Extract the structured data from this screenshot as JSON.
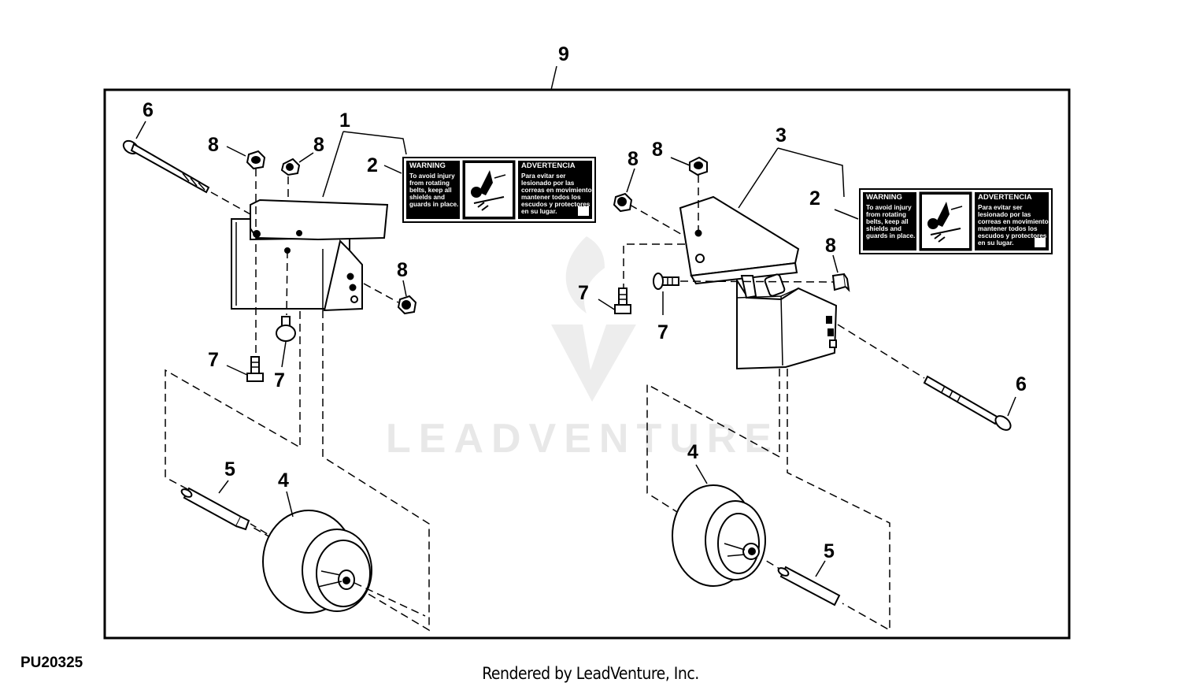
{
  "figure_id": "PU20325",
  "footer": "Rendered by LeadVenture, Inc.",
  "watermark": "LEADVENTURE",
  "callouts": {
    "c9": "9",
    "c1": "1",
    "c2a": "2",
    "c6a": "6",
    "c8a": "8",
    "c8b": "8",
    "c8c": "8",
    "c7a": "7",
    "c7b": "7",
    "c5a": "5",
    "c4a": "4",
    "c3": "3",
    "c2b": "2",
    "c8d": "8",
    "c8e": "8",
    "c8f": "8",
    "c7c": "7",
    "c7d": "7",
    "c6b": "6",
    "c4b": "4",
    "c5b": "5"
  },
  "decal": {
    "warning_title": "WARNING",
    "warning_lines": [
      "To avoid injury",
      "from rotating",
      "belts, keep all",
      "shields and",
      "guards in place."
    ],
    "advertencia_title": "ADVERTENCIA",
    "advertencia_lines": [
      "Para evitar ser",
      "lesionado por las",
      "correas en movimiento,",
      "mantener todos los",
      "escudos y protectores",
      "en su lugar."
    ]
  }
}
